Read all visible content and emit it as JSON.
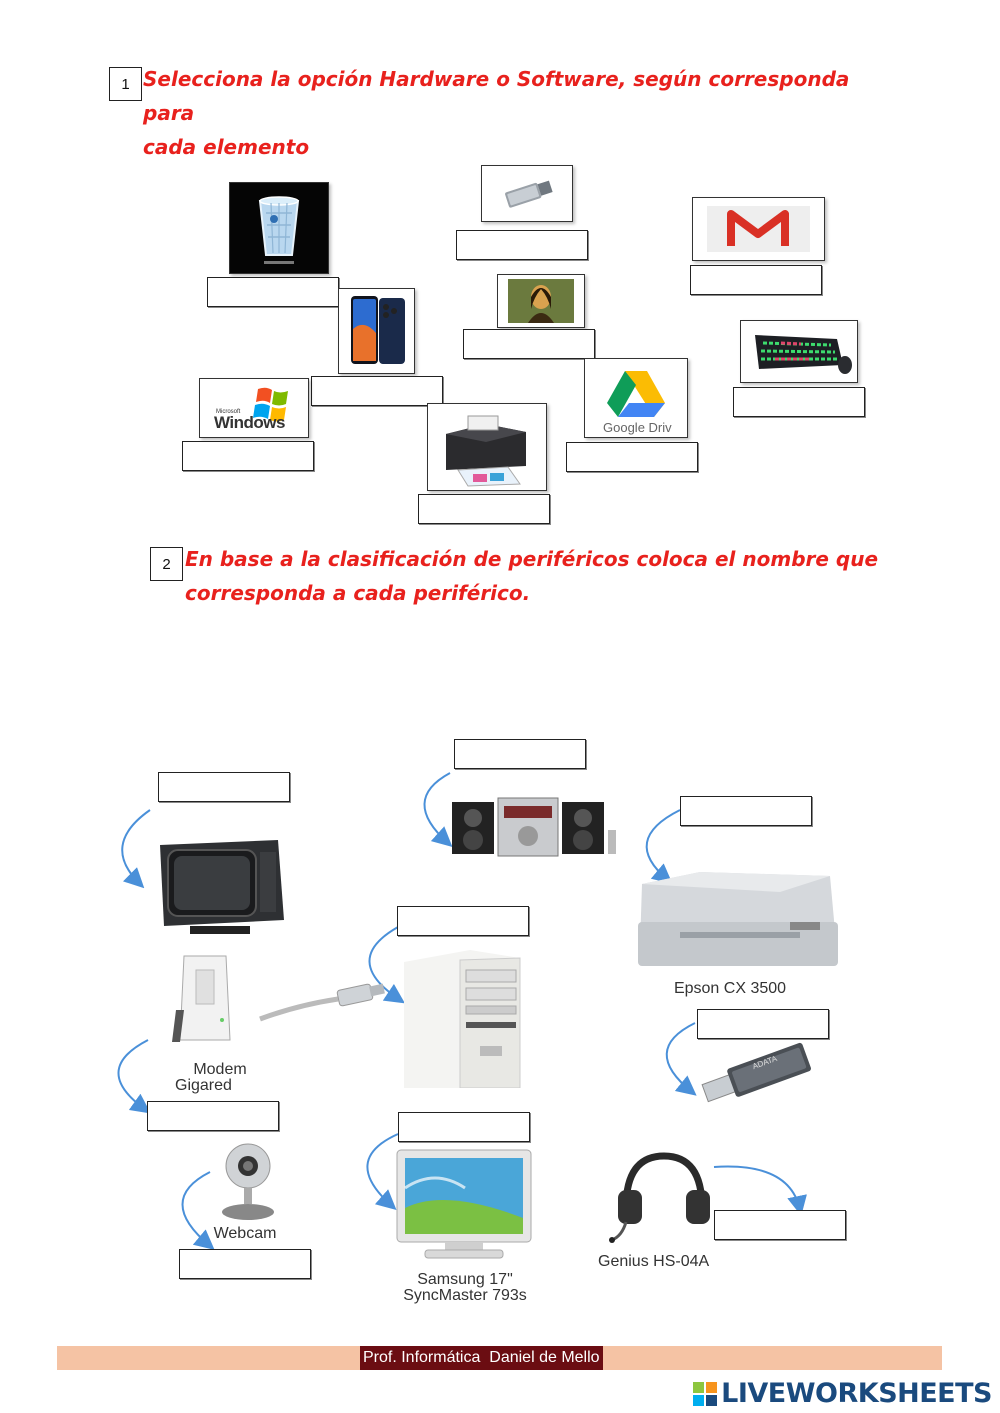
{
  "section1": {
    "number": "1",
    "heading_line1": "Selecciona la opción Hardware o Software, según corresponda para",
    "heading_line2": "cada elemento"
  },
  "section2": {
    "number": "2",
    "heading_line1": "En base a la clasificación de periféricos coloca el nombre que",
    "heading_line2": "corresponda a cada periférico."
  },
  "images": {
    "windows_logo_small": "Microsoft",
    "windows_logo": "Windows",
    "google_drive": "Google Driv",
    "epson_caption": "Epson CX 3500",
    "modem_caption_line1": "Modem",
    "modem_caption_line2": "Gigared",
    "webcam_caption": "Webcam",
    "monitor_caption_line1": "Samsung 17\"",
    "monitor_caption_line2": "SyncMaster 793s",
    "headset_caption": "Genius HS-04A",
    "usb_brand": "ADATA"
  },
  "footer": {
    "credit": "Prof. Informática  Daniel de Mello",
    "brand": "LIVEWORKSHEETS"
  },
  "colors": {
    "heading": "#e8211d",
    "arrow": "#4a90d9",
    "footer_bar": "#f5c3a4",
    "footer_label": "#6b0d12",
    "brand": "#1a4a7e"
  }
}
